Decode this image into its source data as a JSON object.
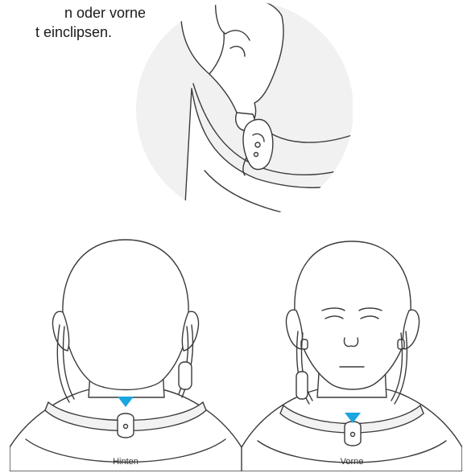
{
  "instruction": {
    "line1": "n oder vorne am",
    "line2": "t einclipsen."
  },
  "captions": {
    "back": "Hinten",
    "front": "Vorne"
  },
  "colors": {
    "marker": "#1aa6de",
    "line": "#3a3a3a",
    "circle_bg": "#f1f1f1"
  },
  "icons": {
    "position_marker": "triangle-down-icon"
  }
}
